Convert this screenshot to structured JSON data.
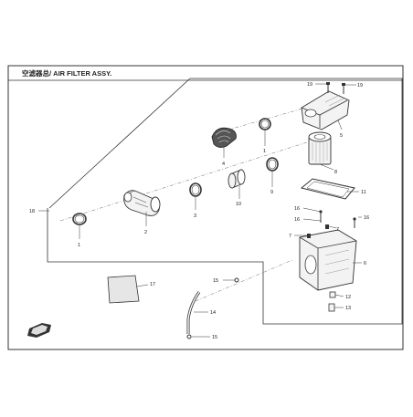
{
  "header": {
    "title": "空滤器总/ AIR FILTER ASSY."
  },
  "callouts": {
    "c1a": "1",
    "c1b": "1",
    "c2": "2",
    "c3": "3",
    "c4": "4",
    "c5": "5",
    "c6": "6",
    "c7a": "7",
    "c7b": "7",
    "c8": "8",
    "c9": "9",
    "c10": "10",
    "c11": "11",
    "c12": "12",
    "c13": "13",
    "c14": "14",
    "c15a": "15",
    "c15b": "15",
    "c16a": "16",
    "c16b": "16",
    "c17": "17",
    "c18": "18",
    "c19a": "19",
    "c19b": "19"
  },
  "colors": {
    "line": "#333333",
    "part_fill": "#f3f3f3",
    "part_dark": "#555555",
    "text": "#222222"
  }
}
